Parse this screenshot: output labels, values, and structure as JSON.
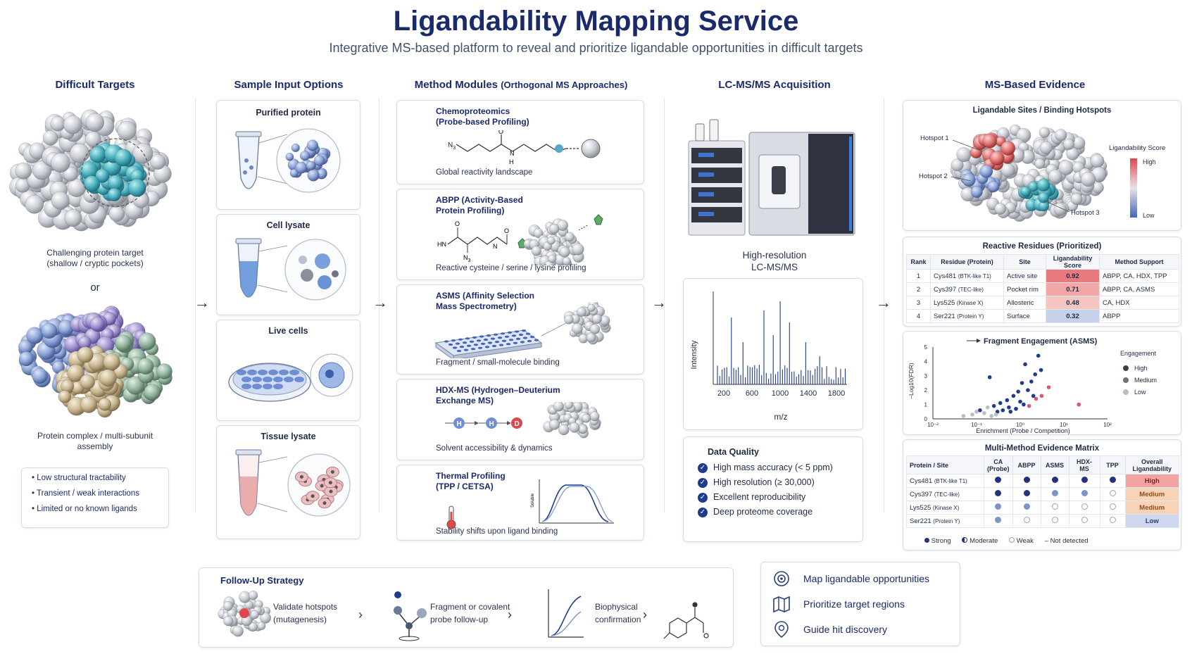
{
  "title": "Ligandability Mapping Service",
  "subtitle": "Integrative MS-based platform to reveal and prioritize ligandable opportunities in difficult targets",
  "columns": {
    "targets": "Difficult Targets",
    "inputs": "Sample Input Options",
    "methods": "Method Modules",
    "methods_sub": "(Orthogonal MS Approaches)",
    "lcms": "LC-MS/MS Acquisition",
    "evidence": "MS-Based Evidence"
  },
  "targets": {
    "target1_caption_1": "Challenging protein target",
    "target1_caption_2": "(shallow / cryptic pockets)",
    "or": "or",
    "target2_caption_1": "Protein complex / multi-subunit",
    "target2_caption_2": "assembly",
    "features": [
      "Low structural tractability",
      "Transient / weak interactions",
      "Limited or no known ligands"
    ]
  },
  "inputs": [
    "Purified protein",
    "Cell lysate",
    "Live cells",
    "Tissue lysate"
  ],
  "modules": [
    {
      "title_1": "Chemoproteomics",
      "title_2": "(Probe-based Profiling)",
      "desc": "Global reactivity landscape",
      "chem": {
        "n3": "N",
        "n3_sub": "3",
        "o": "O",
        "n": "N",
        "h": "H"
      }
    },
    {
      "title_1": "ABPP (Activity-Based",
      "title_2": "Protein Profiling)",
      "desc": "Reactive cysteine / serine / lysine profiling",
      "chem": {
        "hn": "HN",
        "o1": "O",
        "o2": "O",
        "n": "N",
        "n3": "N",
        "n3_sub": "3"
      }
    },
    {
      "title_1": "ASMS (Affinity Selection",
      "title_2": "Mass Spectrometry)",
      "desc": "Fragment / small-molecule binding"
    },
    {
      "title_1": "HDX-MS (Hydrogen–Deuterium",
      "title_2": "Exchange MS)",
      "desc": "Solvent accessibility & dynamics",
      "chem": {
        "h1": "H",
        "h2": "H",
        "d": "D"
      }
    },
    {
      "title_1": "Thermal Profiling",
      "title_2": "(TPP / CETSA)",
      "desc": "Stability shifts upon ligand binding",
      "plot_ylabel": "Soluble"
    }
  ],
  "lcms": {
    "caption_1": "High-resolution",
    "caption_2": "LC-MS/MS",
    "spectrum": {
      "ylabel": "Intensity",
      "xlabel": "m/z",
      "xticks": [
        200,
        600,
        1000,
        1400,
        1800
      ],
      "xlim": [
        50,
        1950
      ]
    },
    "data_quality_title": "Data Quality",
    "data_quality": [
      "High mass accuracy (< 5 ppm)",
      "High resolution (≥ 30,000)",
      "Excellent reproducibility",
      "Deep proteome coverage"
    ]
  },
  "hotspots": {
    "title": "Ligandable Sites / Binding Hotspots",
    "labels": [
      "Hotspot 1",
      "Hotspot 2",
      "Hotspot 3"
    ],
    "scale_title": "Ligandability Score",
    "scale_high": "High",
    "scale_low": "Low"
  },
  "residues": {
    "title": "Reactive Residues (Prioritized)",
    "headers": [
      "Rank",
      "Residue (Protein)",
      "Site",
      "Ligandability Score",
      "Method Support"
    ],
    "rows": [
      {
        "rank": "1",
        "residue": "Cys481",
        "protein": "(BTK-like T1)",
        "site": "Active site",
        "score": "0.92",
        "methods": "ABPP, CA, HDX, TPP",
        "color": "#e8797c"
      },
      {
        "rank": "2",
        "residue": "Cys397",
        "protein": "(TEC-like)",
        "site": "Pocket rim",
        "score": "0.71",
        "methods": "ABPP, CA, ASMS",
        "color": "#f0a7a5"
      },
      {
        "rank": "3",
        "residue": "Lys525",
        "protein": "(Kinase X)",
        "site": "Allosteric",
        "score": "0.48",
        "methods": "CA, HDX",
        "color": "#f4c6c1"
      },
      {
        "rank": "4",
        "residue": "Ser221",
        "protein": "(Protein Y)",
        "site": "Surface",
        "score": "0.32",
        "methods": "ABPP",
        "color": "#c5d0ea"
      }
    ]
  },
  "fragment_chart": {
    "title": "Fragment Engagement (ASMS)",
    "ylabel": "–Log10(FDR)",
    "xlabel": "Enrichment (Probe / Competition)",
    "yticks": [
      0,
      1,
      2,
      3,
      4,
      5
    ],
    "xticks": [
      "10⁻²",
      "10⁻¹",
      "10⁰",
      "10¹",
      "10²"
    ],
    "legend_title": "Engagement",
    "legend": [
      "High",
      "Medium",
      "Low"
    ]
  },
  "chart_data": {
    "type": "scatter",
    "title": "Fragment Engagement (ASMS)",
    "xlabel": "Enrichment (Probe / Competition)",
    "ylabel": "–Log10(FDR)",
    "x_scale": "log",
    "xlim": [
      0.01,
      100
    ],
    "ylim": [
      0,
      5
    ],
    "grid": false,
    "legend_position": "right",
    "series": [
      {
        "name": "High",
        "color": "#e0566b",
        "x": [
          1.6,
          2.3,
          3.1,
          4.5,
          22
        ],
        "y": [
          0.9,
          1.4,
          1.6,
          2.2,
          1.0
        ]
      },
      {
        "name": "Medium",
        "color": "#1f3b8c",
        "x": [
          0.12,
          0.2,
          0.25,
          0.3,
          0.35,
          0.4,
          0.5,
          0.55,
          0.7,
          0.8,
          0.9,
          1.0,
          1.1,
          1.3,
          1.5,
          1.8,
          2.0,
          2.2,
          2.6,
          3.0,
          0.6,
          1.2
        ],
        "y": [
          0.6,
          2.9,
          0.9,
          0.5,
          1.1,
          0.6,
          1.3,
          0.8,
          1.6,
          0.7,
          1.9,
          1.2,
          2.5,
          3.8,
          2.0,
          2.6,
          1.6,
          3.1,
          4.4,
          3.4,
          0.5,
          1.0
        ]
      },
      {
        "name": "Low",
        "color": "#b8bcc6",
        "x": [
          0.05,
          0.08,
          0.1,
          0.15,
          0.18,
          0.22,
          0.28
        ],
        "y": [
          0.2,
          0.3,
          0.5,
          0.4,
          0.8,
          0.2,
          0.3
        ]
      }
    ]
  },
  "matrix": {
    "title": "Multi-Method Evidence Matrix",
    "headers": [
      "Protein / Site",
      "CA (Probe)",
      "ABPP",
      "ASMS",
      "HDX-MS",
      "TPP",
      "Overall Ligandability"
    ],
    "rows": [
      {
        "residue": "Cys481",
        "protein": "(BTK-like T1)",
        "cells": [
          "strong",
          "strong",
          "strong",
          "strong",
          "strong"
        ],
        "overall": "High",
        "overall_color": "#f2a4a3",
        "text_color": "#8a1f22"
      },
      {
        "residue": "Cys397",
        "protein": "(TEC-like)",
        "cells": [
          "strong",
          "strong",
          "moderate",
          "moderate",
          "weak"
        ],
        "overall": "Medium",
        "overall_color": "#f7d3b8",
        "text_color": "#9a4a12"
      },
      {
        "residue": "Lys525",
        "protein": "(Kinase X)",
        "cells": [
          "moderate",
          "moderate",
          "weak",
          "weak",
          "weak"
        ],
        "overall": "Medium",
        "overall_color": "#f7d3b8",
        "text_color": "#9a4a12"
      },
      {
        "residue": "Ser221",
        "protein": "(Protein Y)",
        "cells": [
          "moderate",
          "weak",
          "weak",
          "weak",
          "weak"
        ],
        "overall": "Low",
        "overall_color": "#cfd8ee",
        "text_color": "#1f3b8c"
      }
    ],
    "legend": [
      "Strong",
      "Moderate",
      "Weak",
      "Not detected"
    ]
  },
  "followup": {
    "title": "Follow-Up Strategy",
    "steps": [
      {
        "line1": "Validate hotspots",
        "line2": "(mutagenesis)"
      },
      {
        "line1": "Fragment or covalent",
        "line2": "probe follow-up"
      },
      {
        "line1": "Biophysical",
        "line2": "confirmation"
      }
    ]
  },
  "outcomes": [
    "Map ligandable opportunities",
    "Prioritize target regions",
    "Guide hit discovery"
  ]
}
